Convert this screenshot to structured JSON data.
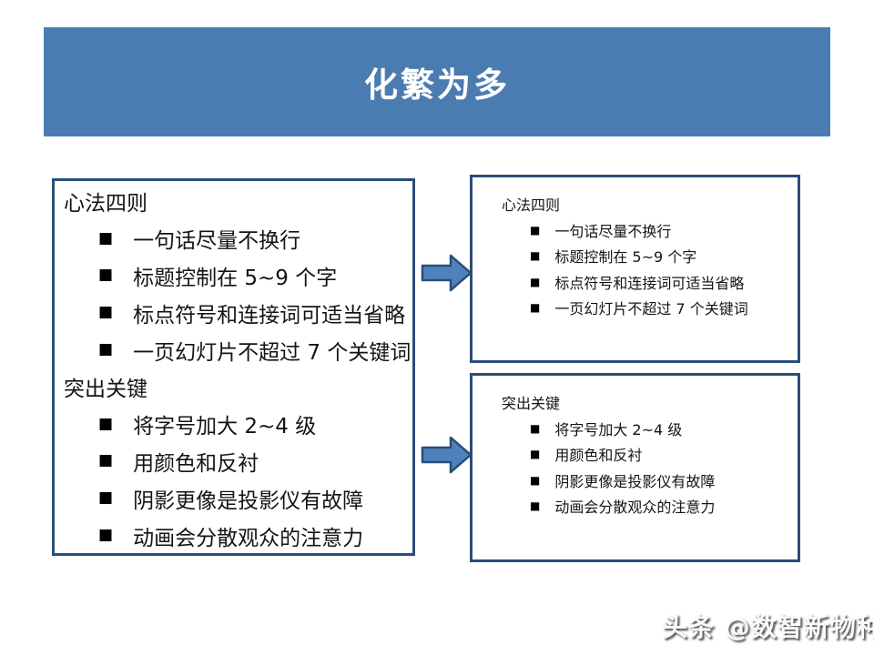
{
  "colors": {
    "header_bg": "#4b7cb1",
    "title_color": "#ffffff",
    "box_border": "#2a4d79",
    "arrow_fill": "#4f81bd",
    "arrow_border": "#2b4e78"
  },
  "title": "化繁为多",
  "glyphs": {
    "bullet": "■"
  },
  "left_box": {
    "sections": [
      {
        "heading": "心法四则",
        "items": [
          "一句话尽量不换行",
          "标题控制在 5~9 个字",
          "标点符号和连接词可适当省略",
          "一页幻灯片不超过 7 个关键词"
        ]
      },
      {
        "heading": "突出关键",
        "items": [
          "将字号加大 2~4 级",
          "用颜色和反衬",
          "阴影更像是投影仪有故障",
          "动画会分散观众的注意力"
        ]
      }
    ]
  },
  "right_boxes": [
    {
      "heading": "心法四则",
      "items": [
        "一句话尽量不换行",
        "标题控制在 5~9 个字",
        "标点符号和连接词可适当省略",
        "一页幻灯片不超过 7 个关键词"
      ]
    },
    {
      "heading": "突出关键",
      "items": [
        "将字号加大 2~4 级",
        "用颜色和反衬",
        "阴影更像是投影仪有故障",
        "动画会分散观众的注意力"
      ]
    }
  ],
  "watermark": "头条 @数智新物种"
}
